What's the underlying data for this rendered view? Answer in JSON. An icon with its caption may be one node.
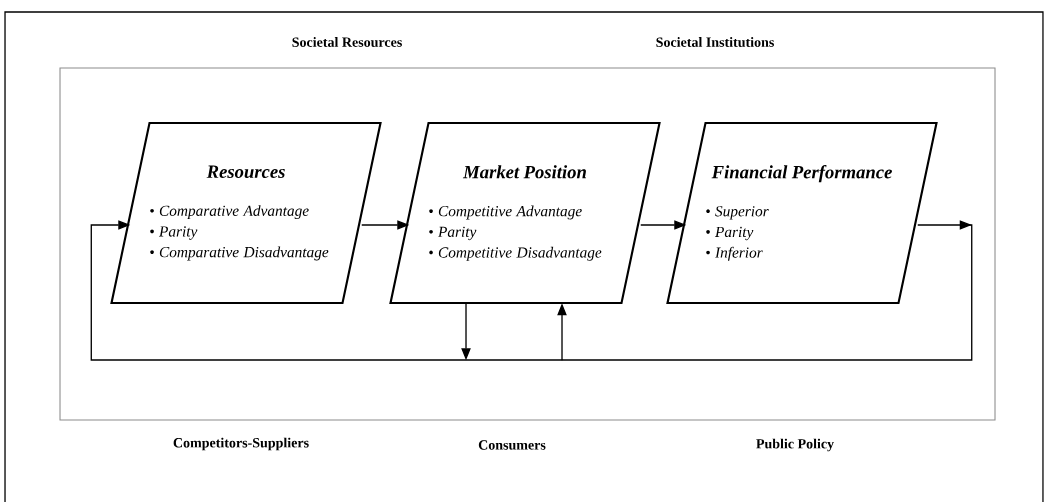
{
  "diagram": {
    "nodes": [
      {
        "text": [
          "Resources",
          "• Comparative Advantage",
          "• Parity",
          "• Comparative Disadvantage"
        ]
      },
      {
        "text": [
          "Market Position",
          "• Competitive Advantage",
          "• Parity",
          "• Competitive Disadvantage"
        ]
      },
      {
        "text": [
          "Financial Performance",
          "• Superior",
          "• Parity",
          "• Inferior"
        ]
      }
    ],
    "edges": [
      {
        "from": 0,
        "to": 1,
        "arrow": "to"
      },
      {
        "from": 1,
        "to": 2,
        "arrow": "to"
      },
      {
        "from": 2,
        "to": 0,
        "arrow": "to"
      },
      {
        "from": 1,
        "to": null,
        "arrow": "to"
      },
      {
        "from": null,
        "to": 1,
        "arrow": "to"
      }
    ],
    "labels": [
      "Societal Resources",
      "Societal Institutions",
      "Competitors-Suppliers",
      "Consumers",
      "Public Policy"
    ]
  }
}
